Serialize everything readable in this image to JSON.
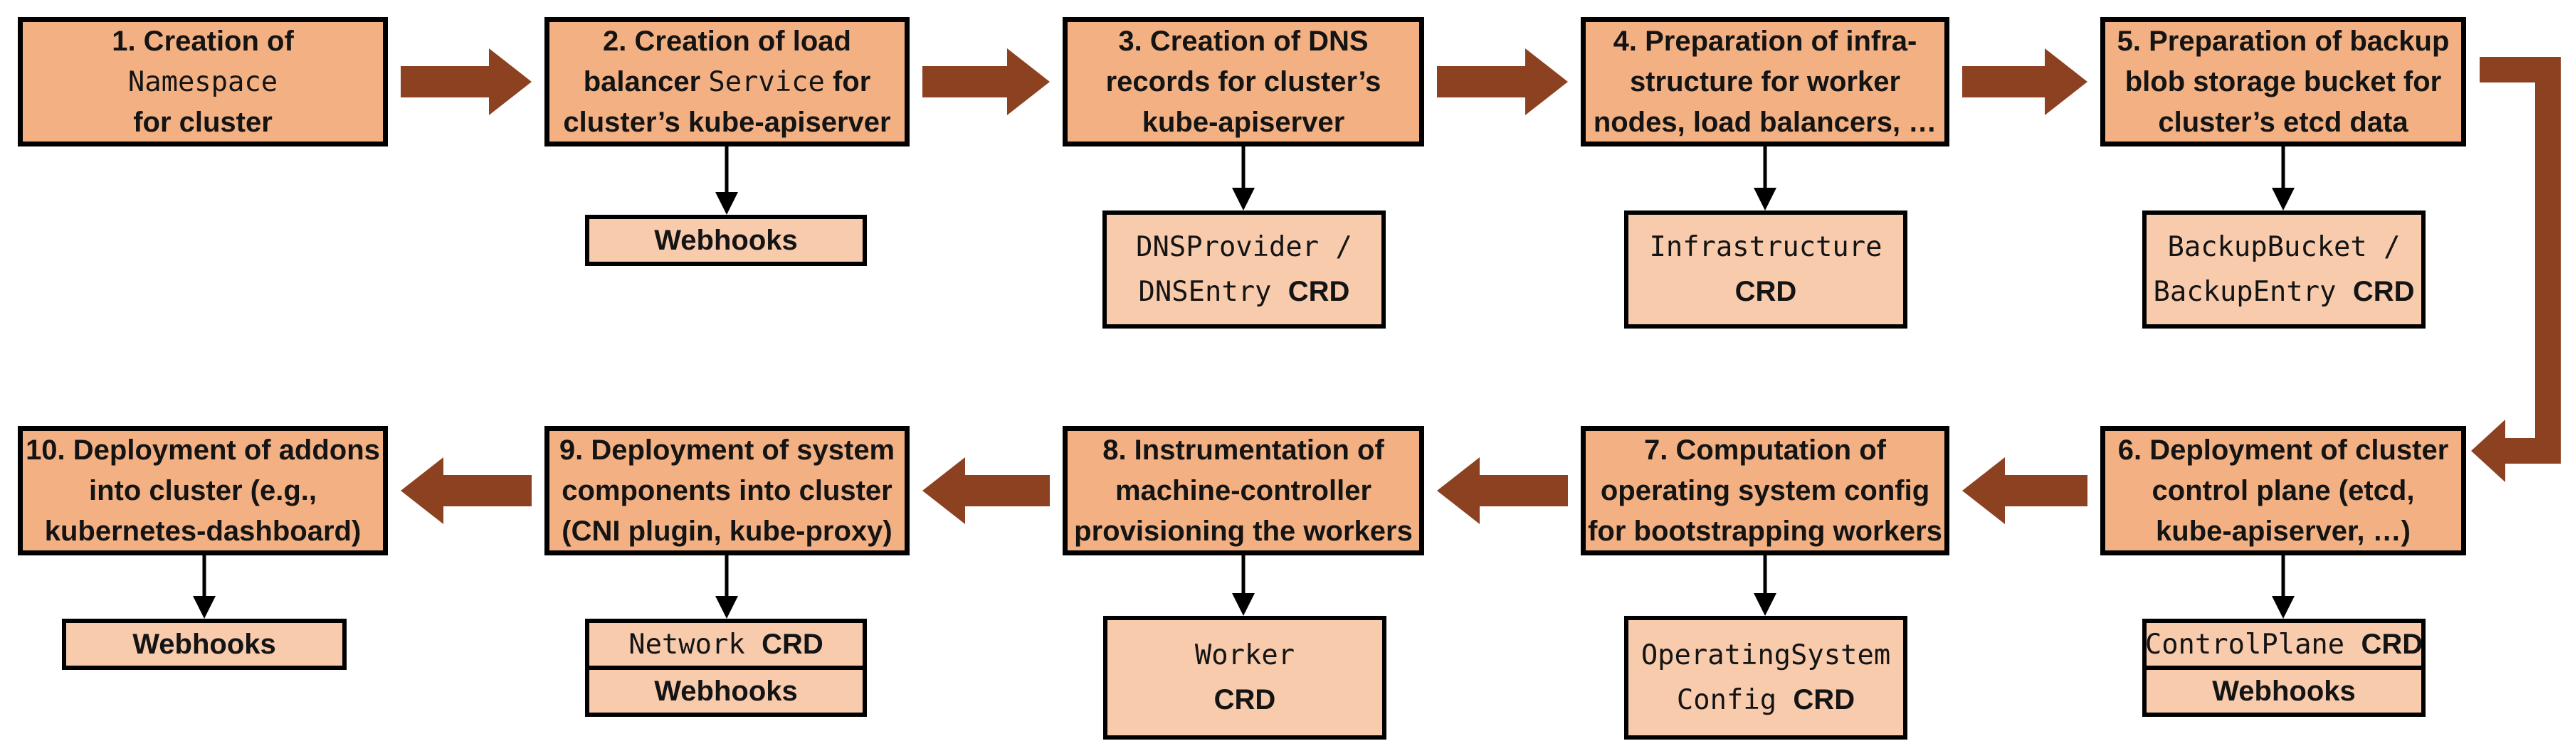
{
  "title": "Cluster creation flow with extension CRDs and webhooks",
  "colors": {
    "main_fill": "#f3b183",
    "sub_fill": "#f8cbad",
    "arrow": "#8c4120",
    "ink": "#141414",
    "border": "#000000"
  },
  "steps": [
    {
      "name": "step-1",
      "box": {
        "l1": {
          "pre": "1. Creation of",
          "mono": "",
          "post": ""
        },
        "l2": {
          "pre": "",
          "mono": "Namespace",
          "post": ""
        },
        "l3": {
          "pre": "for cluster",
          "mono": "",
          "post": ""
        }
      },
      "subs": []
    },
    {
      "name": "step-2",
      "box": {
        "l1": {
          "pre": "2. Creation of load",
          "mono": "",
          "post": ""
        },
        "l2": {
          "pre": "balancer ",
          "mono": "Service",
          "post": " for"
        },
        "l3": {
          "pre": "cluster’s kube-apiserver",
          "mono": "",
          "post": ""
        }
      },
      "subs": [
        {
          "lines": [
            {
              "mono": "",
              "bold": "Webhooks"
            }
          ]
        }
      ]
    },
    {
      "name": "step-3",
      "box": {
        "l1": {
          "pre": "3. Creation of DNS",
          "mono": "",
          "post": ""
        },
        "l2": {
          "pre": "records for cluster’s",
          "mono": "",
          "post": ""
        },
        "l3": {
          "pre": "kube-apiserver",
          "mono": "",
          "post": ""
        }
      },
      "subs": [
        {
          "lines": [
            {
              "mono": "DNSProvider /",
              "bold": ""
            },
            {
              "mono": "DNSEntry ",
              "bold": "CRD"
            }
          ]
        }
      ]
    },
    {
      "name": "step-4",
      "box": {
        "l1": {
          "pre": "4. Preparation of infra-",
          "mono": "",
          "post": ""
        },
        "l2": {
          "pre": "structure for worker",
          "mono": "",
          "post": ""
        },
        "l3": {
          "pre": "nodes, load balancers, …",
          "mono": "",
          "post": ""
        }
      },
      "subs": [
        {
          "lines": [
            {
              "mono": "Infrastructure",
              "bold": ""
            },
            {
              "mono": "",
              "bold": "CRD"
            }
          ]
        }
      ]
    },
    {
      "name": "step-5",
      "box": {
        "l1": {
          "pre": "5. Preparation of backup",
          "mono": "",
          "post": ""
        },
        "l2": {
          "pre": "blob storage bucket for",
          "mono": "",
          "post": ""
        },
        "l3": {
          "pre": "cluster’s etcd data",
          "mono": "",
          "post": ""
        }
      },
      "subs": [
        {
          "lines": [
            {
              "mono": "BackupBucket /",
              "bold": ""
            },
            {
              "mono": "BackupEntry ",
              "bold": "CRD"
            }
          ]
        }
      ]
    },
    {
      "name": "step-6",
      "box": {
        "l1": {
          "pre": "6. Deployment of cluster",
          "mono": "",
          "post": ""
        },
        "l2": {
          "pre": "control plane (etcd,",
          "mono": "",
          "post": ""
        },
        "l3": {
          "pre": "kube-apiserver, …)",
          "mono": "",
          "post": ""
        }
      },
      "subs": [
        {
          "lines": [
            {
              "mono": "ControlPlane ",
              "bold": "CRD"
            }
          ]
        },
        {
          "lines": [
            {
              "mono": "",
              "bold": "Webhooks"
            }
          ]
        }
      ]
    },
    {
      "name": "step-7",
      "box": {
        "l1": {
          "pre": "7. Computation of",
          "mono": "",
          "post": ""
        },
        "l2": {
          "pre": "operating system config",
          "mono": "",
          "post": ""
        },
        "l3": {
          "pre": "for bootstrapping workers",
          "mono": "",
          "post": ""
        }
      },
      "subs": [
        {
          "lines": [
            {
              "mono": "OperatingSystem",
              "bold": ""
            },
            {
              "mono": "Config ",
              "bold": "CRD"
            }
          ]
        }
      ]
    },
    {
      "name": "step-8",
      "box": {
        "l1": {
          "pre": "8. Instrumentation of",
          "mono": "",
          "post": ""
        },
        "l2": {
          "pre": "machine-controller",
          "mono": "",
          "post": ""
        },
        "l3": {
          "pre": "provisioning the workers",
          "mono": "",
          "post": ""
        }
      },
      "subs": [
        {
          "lines": [
            {
              "mono": "Worker",
              "bold": ""
            },
            {
              "mono": "",
              "bold": "CRD"
            }
          ]
        }
      ]
    },
    {
      "name": "step-9",
      "box": {
        "l1": {
          "pre": "9. Deployment of system",
          "mono": "",
          "post": ""
        },
        "l2": {
          "pre": "components into cluster",
          "mono": "",
          "post": ""
        },
        "l3": {
          "pre": "(CNI plugin, kube-proxy)",
          "mono": "",
          "post": ""
        }
      },
      "subs": [
        {
          "lines": [
            {
              "mono": "Network ",
              "bold": "CRD"
            }
          ]
        },
        {
          "lines": [
            {
              "mono": "",
              "bold": "Webhooks"
            }
          ]
        }
      ]
    },
    {
      "name": "step-10",
      "box": {
        "l1": {
          "pre": "10. Deployment of addons",
          "mono": "",
          "post": ""
        },
        "l2": {
          "pre": "into cluster (e.g.,",
          "mono": "",
          "post": ""
        },
        "l3": {
          "pre": "kubernetes-dashboard)",
          "mono": "",
          "post": ""
        }
      },
      "subs": [
        {
          "lines": [
            {
              "mono": "",
              "bold": "Webhooks"
            }
          ]
        }
      ]
    }
  ]
}
